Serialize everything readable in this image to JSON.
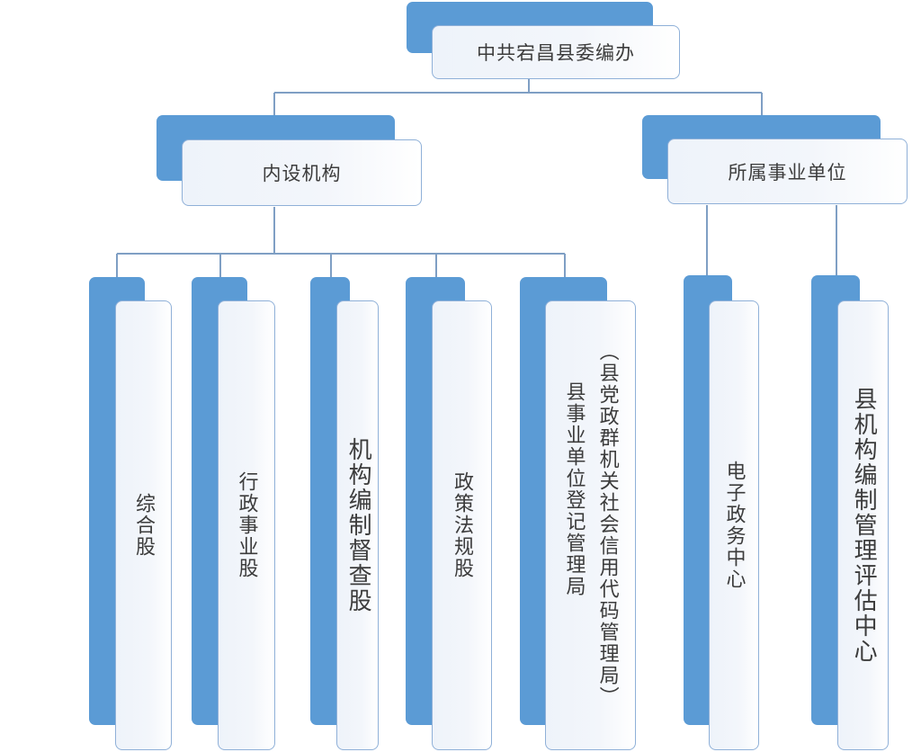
{
  "diagram": {
    "root": {
      "label": "中共宕昌县委编办"
    },
    "branches": [
      {
        "label": "内设机构",
        "children": [
          {
            "label": "综合股"
          },
          {
            "label": "行政事业股"
          },
          {
            "label": "机构编制督查股"
          },
          {
            "label": "政策法规股"
          },
          {
            "label": "县事业单位登记管理局",
            "note": "（县党政群机关社会信用代码管理局）"
          }
        ]
      },
      {
        "label": "所属事业单位",
        "children": [
          {
            "label": "电子政务中心"
          },
          {
            "label": "县机构编制管理评估中心"
          }
        ]
      }
    ],
    "colors": {
      "accent": "#5b9bd5",
      "border": "#8fb0d8",
      "line": "#7f9fc4"
    }
  }
}
